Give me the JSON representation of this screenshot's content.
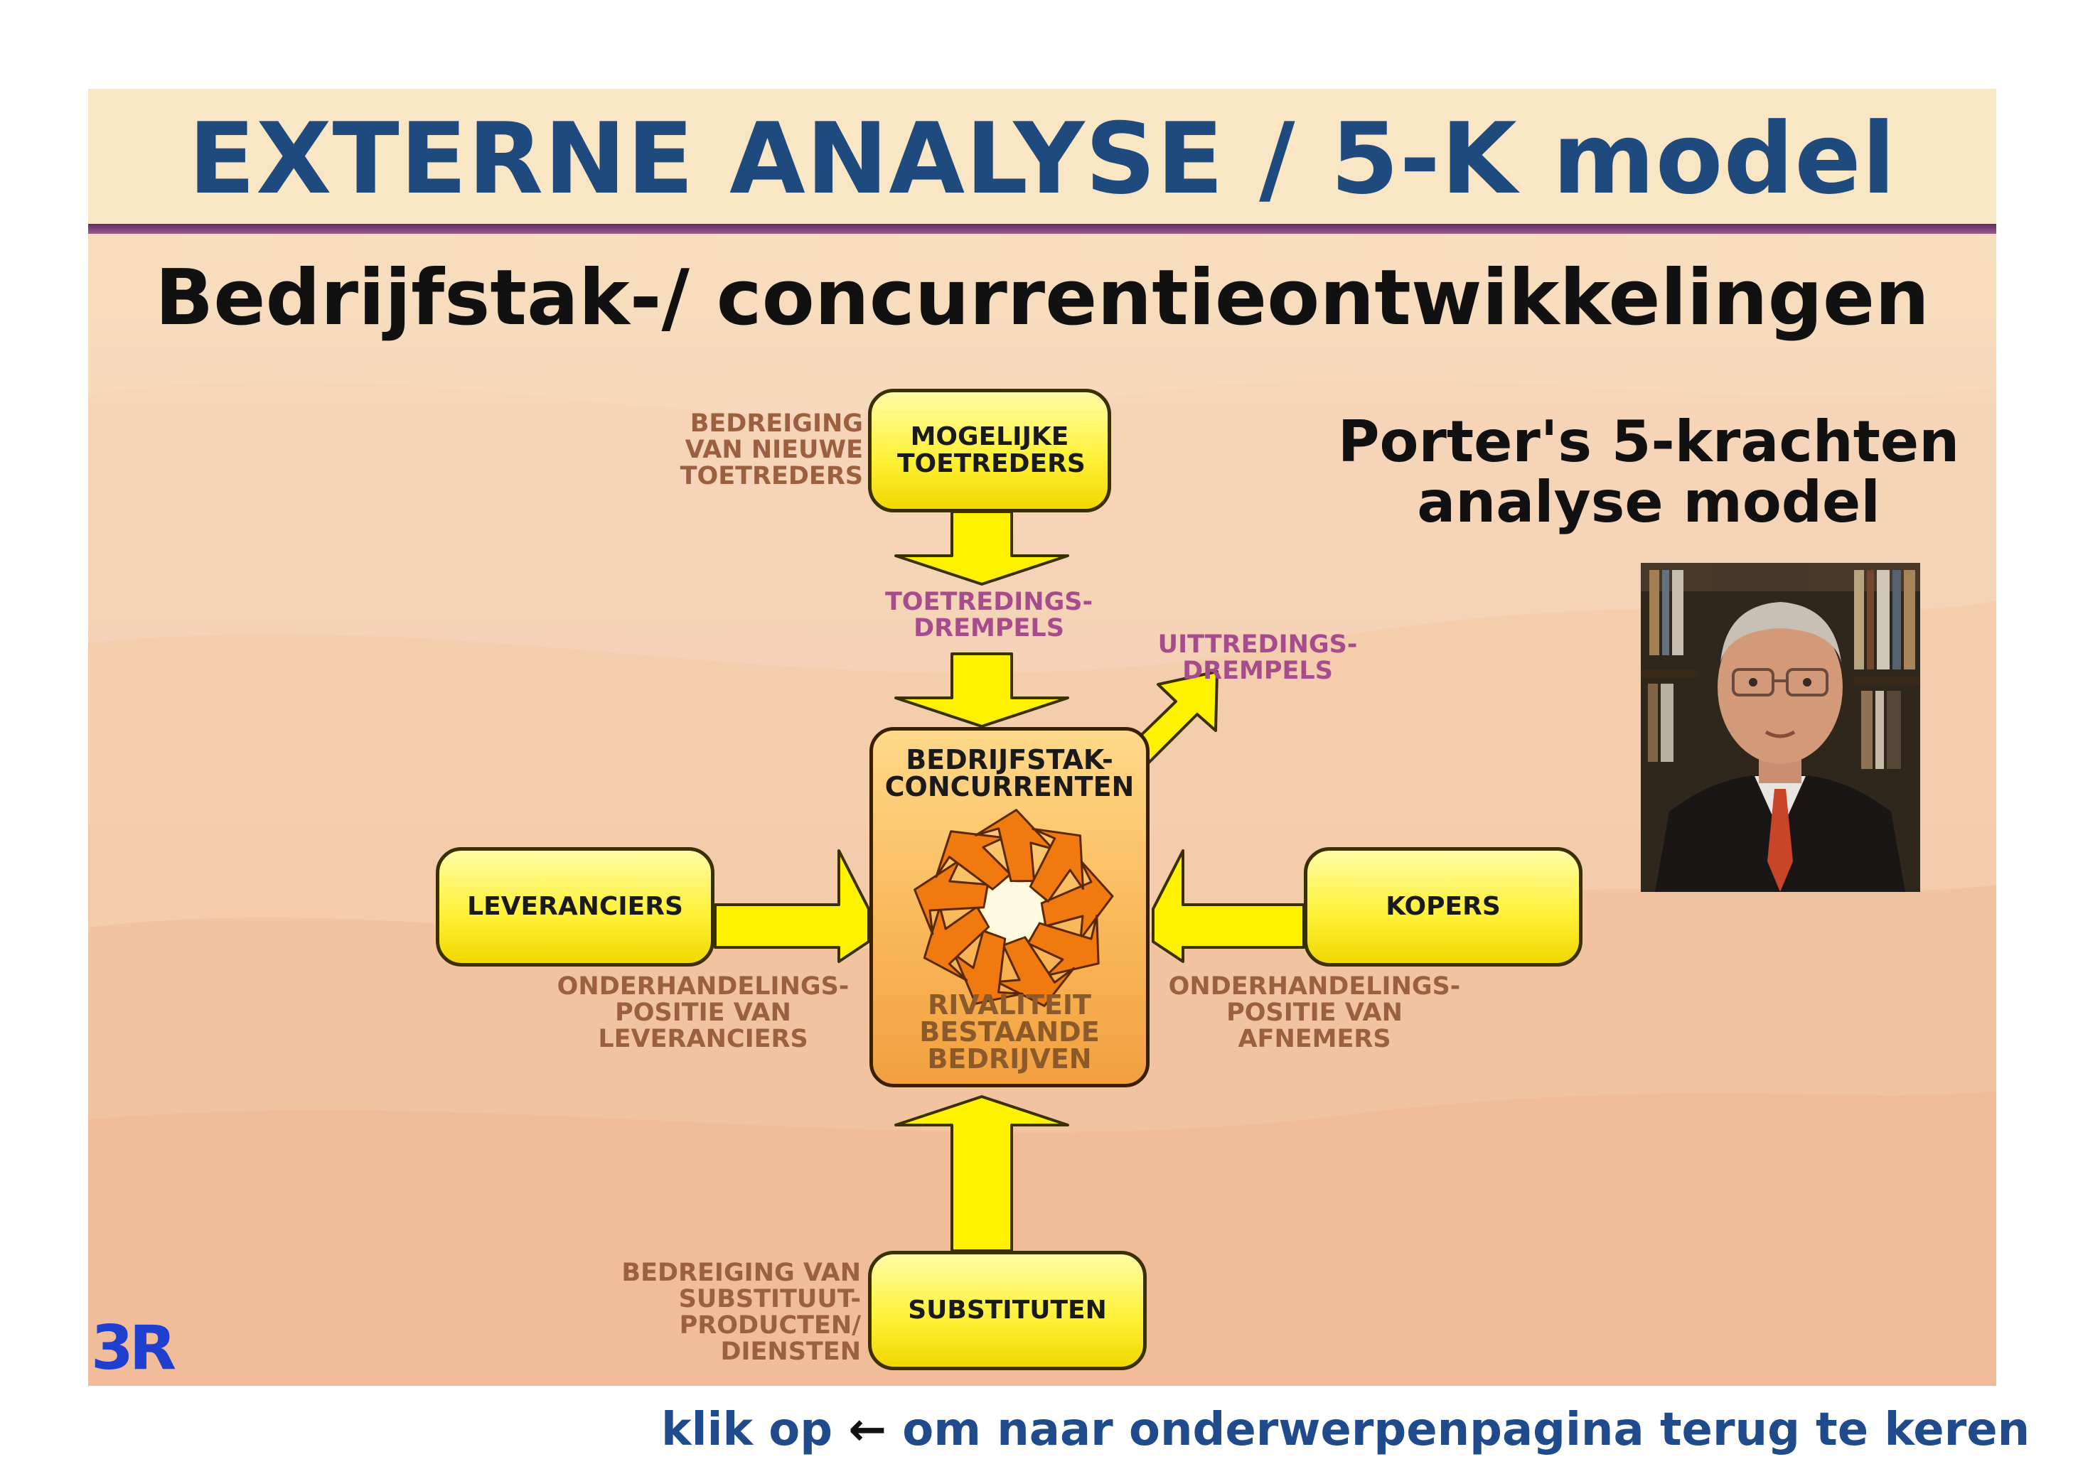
{
  "slide": {
    "title": "EXTERNE ANALYSE / 5-K model",
    "subtitle": "Bedrijfstak-/ concurrentieontwikkelingen"
  },
  "diagram": {
    "top_box": {
      "label": "MOGELIJKE TOETREDERS"
    },
    "left_box": {
      "label": "LEVERANCIERS"
    },
    "right_box": {
      "label": "KOPERS"
    },
    "bottom_box": {
      "label": "SUBSTITUTEN"
    },
    "center_box": {
      "top_label": "BEDRIJFSTAK- CONCURRENTEN",
      "bottom_label": "RIVALITEIT BESTAANDE BEDRIJVEN"
    },
    "labels": {
      "new_entrants_threat": "BEDREIGING VAN NIEUWE TOETREDERS",
      "entry_barriers": "TOETREDINGS- DREMPELS",
      "exit_barriers": "UITTREDINGS- DREMPELS",
      "supplier_power": "ONDERHANDELINGS- POSITIE VAN LEVERANCIERS",
      "buyer_power": "ONDERHANDELINGS- POSITIE VAN AFNEMERS",
      "substitutes_threat": "BEDREIGING VAN SUBSTITUUT- PRODUCTEN/ DIENSTEN"
    },
    "colors": {
      "box_fill": "#fff23a",
      "center_fill": "#f9b85a",
      "label_brown": "#9a6040",
      "label_purple": "#a64c8c",
      "swirl_orange": "#f07a10"
    }
  },
  "porter": {
    "line1": "Porter's 5-krachten",
    "line2": "analyse model"
  },
  "logo": {
    "text": "3R"
  },
  "footer": {
    "prefix": "klik op",
    "arrow": "←",
    "suffix": "om naar onderwerpenpagina terug te keren"
  },
  "icons": {
    "swirl": "rivalry-swirl-icon",
    "portrait": "porter-portrait-icon"
  }
}
